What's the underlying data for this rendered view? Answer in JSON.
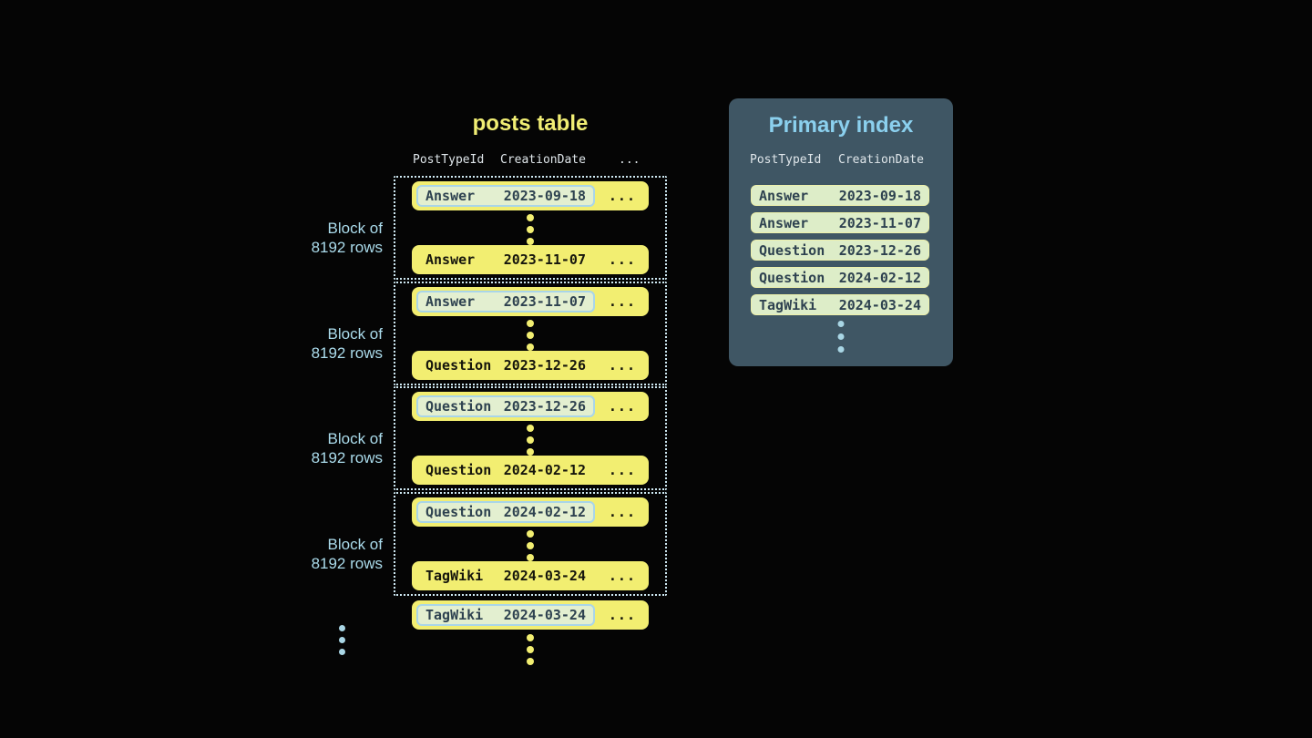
{
  "posts_table": {
    "title": "posts table",
    "columns": [
      "PostTypeId",
      "CreationDate",
      "..."
    ],
    "blocks": [
      {
        "label": {
          "line1": "Block of",
          "line2": "8192 rows"
        },
        "first_row": {
          "type": "Answer",
          "date": "2023-09-18",
          "more": "...",
          "highlighted": true
        },
        "last_row": {
          "type": "Answer",
          "date": "2023-11-07",
          "more": "...",
          "highlighted": false
        }
      },
      {
        "label": {
          "line1": "Block of",
          "line2": "8192 rows"
        },
        "first_row": {
          "type": "Answer",
          "date": "2023-11-07",
          "more": "...",
          "highlighted": true
        },
        "last_row": {
          "type": "Question",
          "date": "2023-12-26",
          "more": "...",
          "highlighted": false
        }
      },
      {
        "label": {
          "line1": "Block of",
          "line2": "8192 rows"
        },
        "first_row": {
          "type": "Question",
          "date": "2023-12-26",
          "more": "...",
          "highlighted": true
        },
        "last_row": {
          "type": "Question",
          "date": "2024-02-12",
          "more": "...",
          "highlighted": false
        }
      },
      {
        "label": {
          "line1": "Block of",
          "line2": "8192 rows"
        },
        "first_row": {
          "type": "Question",
          "date": "2024-02-12",
          "more": "...",
          "highlighted": true
        },
        "last_row": {
          "type": "TagWiki",
          "date": "2024-03-24",
          "more": "...",
          "highlighted": false
        }
      }
    ],
    "trailing_row": {
      "type": "TagWiki",
      "date": "2024-03-24",
      "more": "...",
      "highlighted": true
    }
  },
  "primary_index": {
    "title": "Primary index",
    "columns": [
      "PostTypeId",
      "CreationDate"
    ],
    "entries": [
      {
        "type": "Answer",
        "date": "2023-09-18"
      },
      {
        "type": "Answer",
        "date": "2023-11-07"
      },
      {
        "type": "Question",
        "date": "2023-12-26"
      },
      {
        "type": "Question",
        "date": "2024-02-12"
      },
      {
        "type": "TagWiki",
        "date": "2024-03-24"
      }
    ]
  },
  "colors": {
    "background": "#050505",
    "table_row_yellow": "#f2ee71",
    "indexed_entry_green": "#e3efd0",
    "indexed_entry_border_blue": "#a9d5e9",
    "index_pill_green": "#ddedc8",
    "index_pill_border": "#edf0ab",
    "panel_slate": "#3f5664",
    "posts_title_yellow": "#f1ee74",
    "index_title_blue": "#8bd0ee",
    "block_label_blue": "#abdcec",
    "block_border_dotted_blue": "#cfe9f3",
    "dark_slate_text": "#2e4250"
  }
}
